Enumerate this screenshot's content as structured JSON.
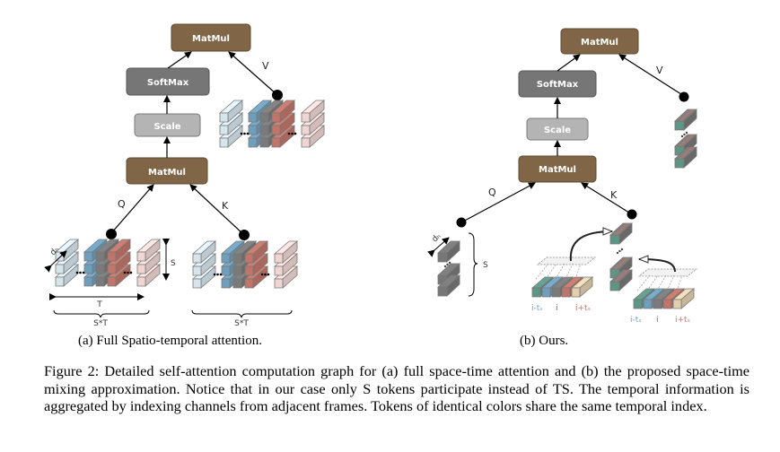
{
  "panel_a": {
    "nodes": {
      "matmul_top": "MatMul",
      "softmax": "SoftMax",
      "scale": "Scale",
      "matmul_bottom": "MatMul"
    },
    "edge_labels": {
      "q": "Q",
      "k": "K",
      "v": "V"
    },
    "dims": {
      "depth": "dₕ",
      "s": "S",
      "t": "T",
      "st_q": "S*T",
      "st_k": "S*T"
    },
    "subcaption": "(a) Full Spatio-temporal attention."
  },
  "panel_b": {
    "nodes": {
      "matmul_top": "MatMul",
      "softmax": "SoftMax",
      "scale": "Scale",
      "matmul_bottom": "MatMul"
    },
    "edge_labels": {
      "q": "Q",
      "k": "K",
      "v": "V"
    },
    "dims": {
      "depth": "dₕ",
      "s": "S"
    },
    "frame_indices": {
      "left": [
        "i-tₛ",
        "i",
        "i+tₛ"
      ],
      "right": [
        "i-tₛ",
        "i",
        "i+tₛ"
      ]
    },
    "subcaption": "(b) Ours."
  },
  "colors": {
    "matmul": "#806546",
    "softmax": "#767676",
    "scale": "#b4b4b4",
    "frame_past_far": "#d6e4ec",
    "frame_past": "#6f9fbd",
    "frame_current": "#7a7a7a",
    "frame_future": "#c0756a",
    "frame_future_far": "#efd6d3",
    "channel_teal": "#5e9686",
    "channel_tan": "#e2cfae",
    "label_past": "#6fa3c6",
    "label_future": "#c0756a"
  },
  "caption": "Figure 2: Detailed self-attention computation graph for (a) full space-time attention and (b) the proposed space-time mixing approximation. Notice that in our case only S tokens participate instead of TS. The temporal information is aggregated by indexing channels from adjacent frames. Tokens of identical colors share the same temporal index."
}
